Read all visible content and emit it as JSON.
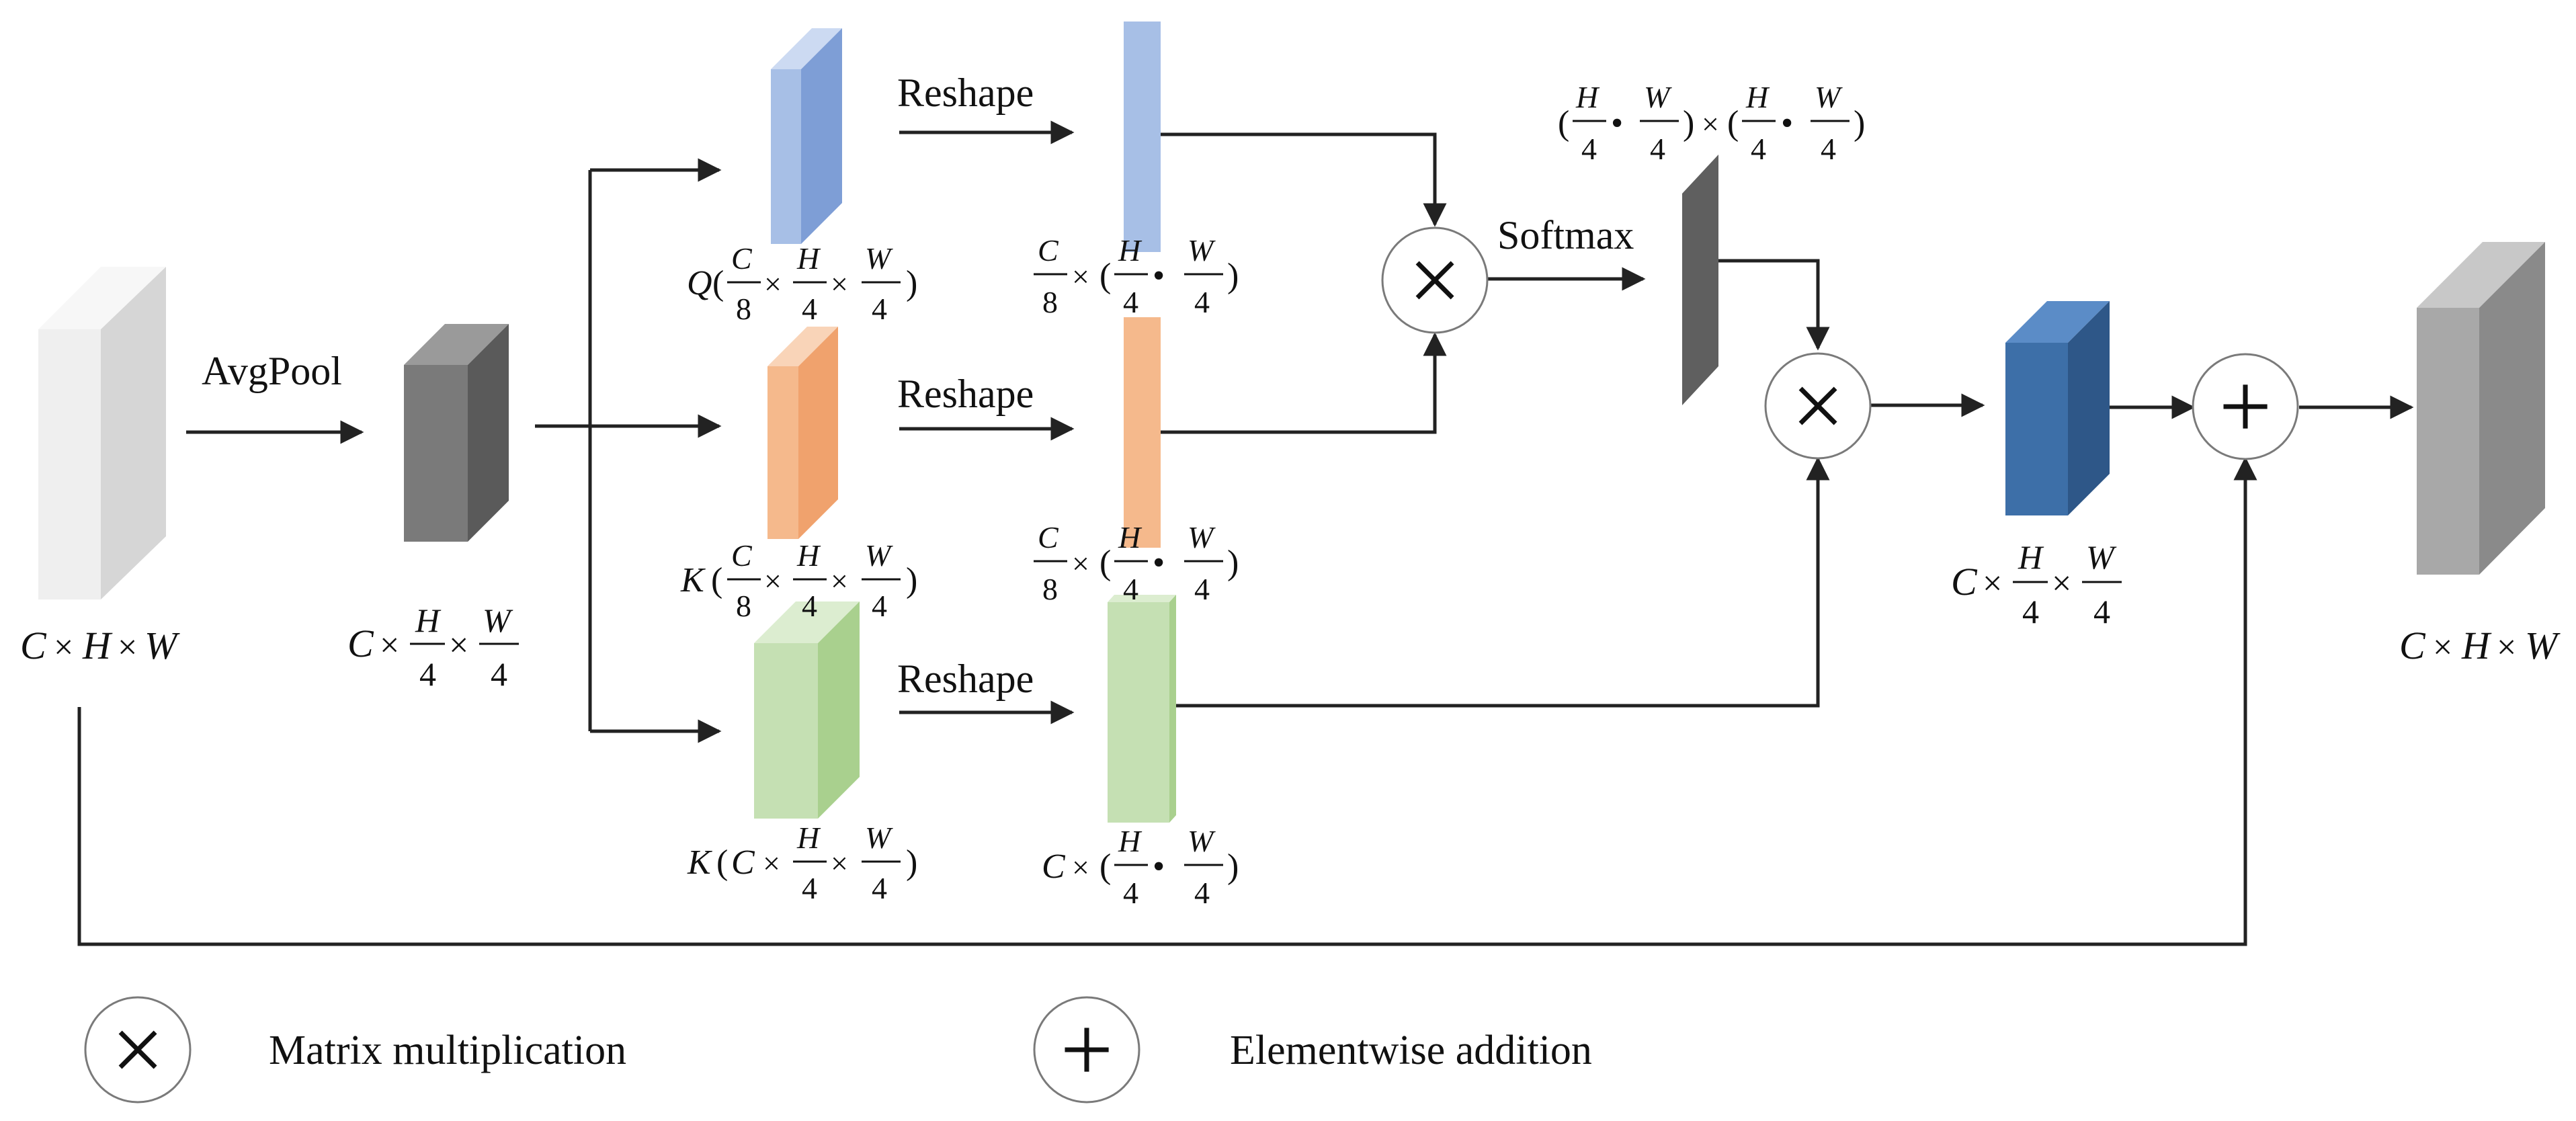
{
  "colors": {
    "input_face": "#efefef",
    "input_side": "#d6d6d6",
    "input_top": "#f7f7f7",
    "pool_face": "#7a7a7a",
    "pool_side": "#5a5a5a",
    "pool_top": "#9a9a9a",
    "q_face": "#a7bfe6",
    "q_side": "#7e9ed6",
    "q_top": "#ccdaf2",
    "k_face": "#f5b98c",
    "k_side": "#f0a26d",
    "k_top": "#f9d4b8",
    "v_face": "#c5e0b3",
    "v_side": "#a9d08e",
    "v_top": "#dcedd0",
    "attn": "#5f5f5f",
    "mid_face": "#3d6fa8",
    "mid_side": "#2e5788",
    "mid_top": "#5b8cc7",
    "out_face": "#a8a8a8",
    "out_side": "#8a8a8a",
    "out_top": "#c8c8c8",
    "line": "#222222"
  },
  "ops": {
    "avgpool": "AvgPool",
    "reshape_q": "Reshape",
    "reshape_k": "Reshape",
    "reshape_v": "Reshape",
    "softmax": "Softmax"
  },
  "legend": {
    "matrix_multiplication": "Matrix multiplication",
    "elementwise_addition": "Elementwise addition"
  },
  "symbols": {
    "times": "×",
    "dot": "•",
    "plus": "+",
    "open_paren": "(",
    "close_paren": ")",
    "C": "C",
    "H": "H",
    "W": "W",
    "Q": "Q",
    "K": "K",
    "four": "4",
    "eight": "8"
  }
}
